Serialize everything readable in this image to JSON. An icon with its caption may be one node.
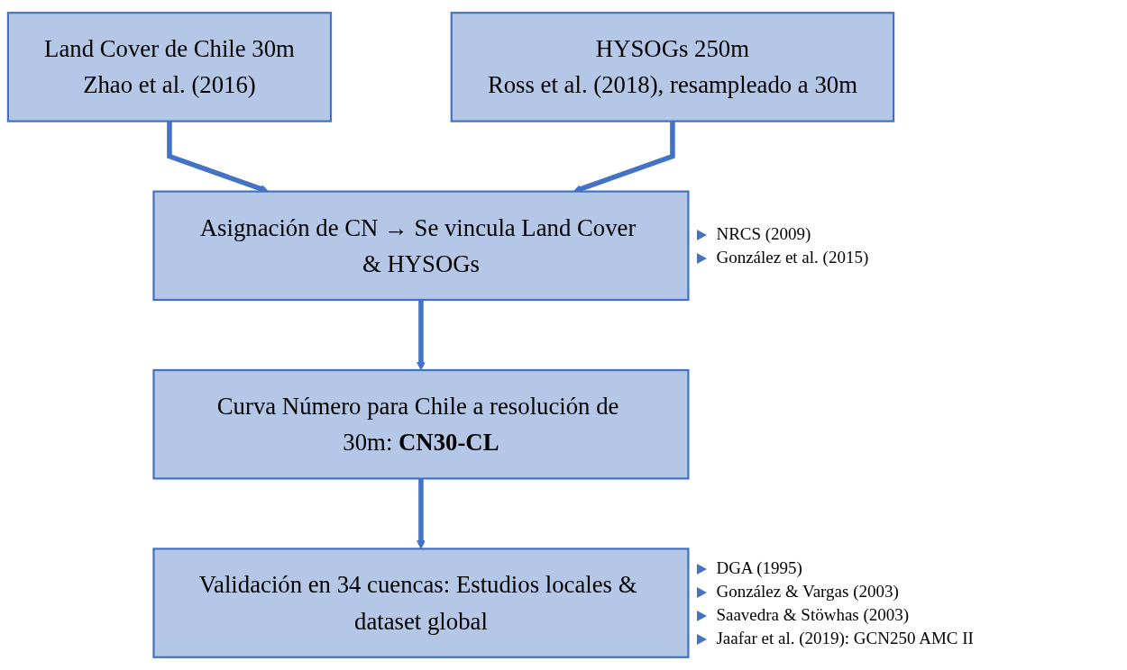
{
  "diagram": {
    "nodes": [
      {
        "text": [
          "Land Cover de Chile 30m",
          "Zhao et al. (2016)"
        ]
      },
      {
        "text": [
          "HYSOGs 250m",
          "Ross et al. (2018), resampleado a 30m"
        ]
      },
      {
        "text": [
          "Asignación de CN → Se vincula Land Cover & HYSOGs"
        ],
        "beside": [
          "NRCS (2009)",
          "González et al. (2015)"
        ]
      },
      {
        "text": [
          "Curva Número para Chile a resolución de 30m: **CN30-CL**"
        ]
      },
      {
        "text": [
          "Validación en 34 cuencas: Estudios locales & dataset global"
        ],
        "beside": [
          "DGA (1995)",
          "González & Vargas (2003)",
          "Saavedra & Stöwhas (2003)",
          "Jaafar et al. (2019): GCN250 AMC II"
        ]
      }
    ],
    "edges": [
      {
        "from": 0,
        "to": 2,
        "arrow": "to"
      },
      {
        "from": 1,
        "to": 2,
        "arrow": "to"
      },
      {
        "from": 2,
        "to": 3,
        "arrow": "to"
      },
      {
        "from": 3,
        "to": 4,
        "arrow": "to"
      }
    ]
  }
}
